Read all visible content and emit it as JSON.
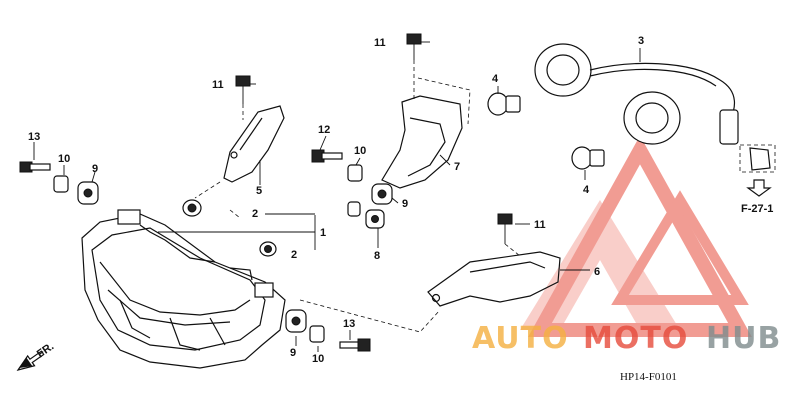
{
  "diagram_code": "HP14-F0101",
  "reference": {
    "label": "F-27-1"
  },
  "direction_marker": "FR.",
  "callouts": {
    "c1": "1",
    "c2a": "2",
    "c2b": "2",
    "c3": "3",
    "c4a": "4",
    "c4b": "4",
    "c5": "5",
    "c6": "6",
    "c7": "7",
    "c8": "8",
    "c9a": "9",
    "c9b": "9",
    "c9c": "9",
    "c10a": "10",
    "c10b": "10",
    "c10c": "10",
    "c11a": "11",
    "c11b": "11",
    "c11c": "11",
    "c12": "12",
    "c13a": "13",
    "c13b": "13"
  },
  "watermark": {
    "part1": "AUTO",
    "part2": "MOTO",
    "part3": "HUB",
    "colors": {
      "orange": "#f5b041",
      "red": "#e74c3c",
      "gray": "#7f8c8d"
    }
  }
}
